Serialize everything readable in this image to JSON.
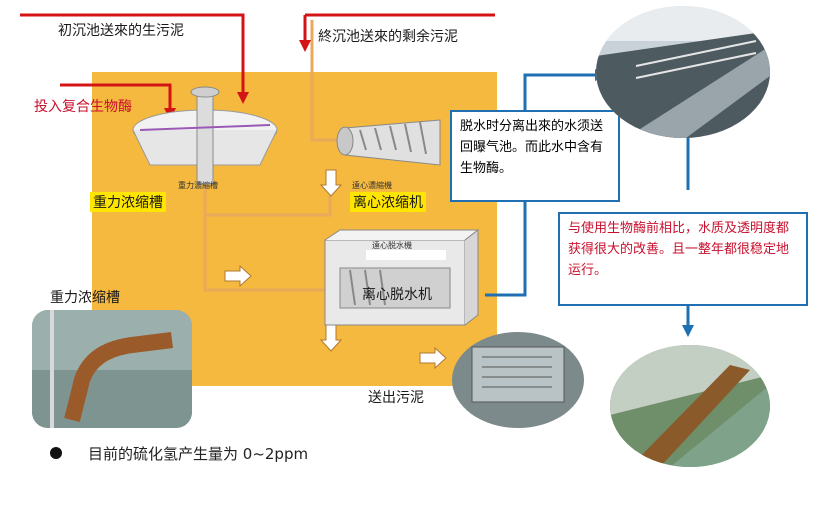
{
  "labels": {
    "primary_sludge": "初沉池送來的生污泥",
    "final_sludge": "終沉池送來的剩余污泥",
    "add_enzyme": "投入复合生物酶",
    "gravity_tank_main": "重力浓缩槽",
    "centrifuge_thickener": "离心浓缩机",
    "centrifuge_dewater": "离心脱水机",
    "gravity_tank_photo": "重力浓缩槽",
    "sludge_out": "送出污泥",
    "tiny_gravity": "重力濃縮槽",
    "tiny_centrifuge_thick": "遠心濃縮機",
    "tiny_centrifuge_dewater": "遠心脱水機"
  },
  "callouts": {
    "water_return": "脱水时分离出來的水须送回曝气池。而此水中含有生物酶。",
    "improvement": "与使用生物酶前相比，水质及透明度都获得很大的改善。且一整年都很稳定地运行。"
  },
  "bullet": {
    "text": "目前的硫化氢产生量为 0~2ppm"
  },
  "colors": {
    "panel": "#f6b93f",
    "red_line": "#d41414",
    "blue_line": "#1f6fb2",
    "highlight": "#ffe600"
  }
}
